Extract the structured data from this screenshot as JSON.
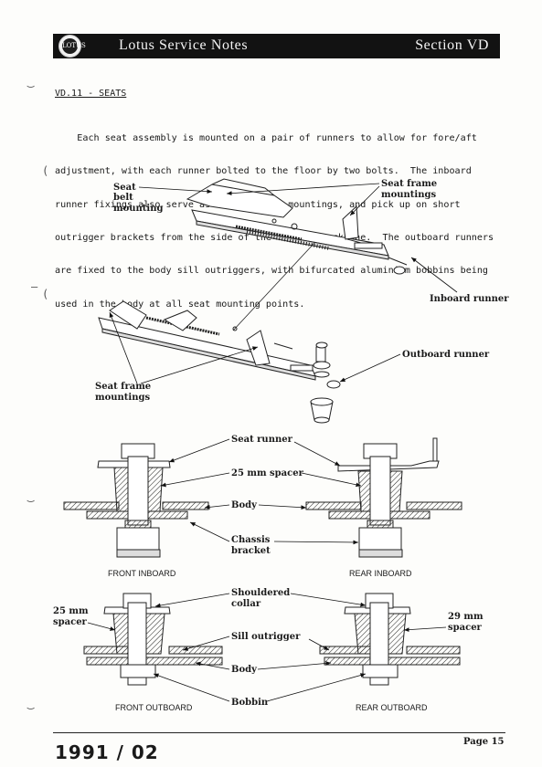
{
  "header": {
    "logo_text": "LOTUS",
    "title": "Lotus Service Notes",
    "section": "Section VD"
  },
  "section_heading": "VD.11 - SEATS",
  "body_lines": [
    "    Each seat assembly is mounted on a pair of runners to allow for fore/aft",
    "adjustment, with each runner bolted to the floor by two bolts.  The inboard",
    "runner fixings also serve as body/chassis mountings, and pick up on short",
    "outrigger brackets from the side of the chassis backbone.  The outboard runners",
    "are fixed to the body sill outriggers, with bifurcated aluminium bobbins being",
    "used in the body at all seat mounting points."
  ],
  "labels": {
    "seat_belt_1": "Seat",
    "seat_belt_2": "belt",
    "seat_belt_3": "mounting",
    "seat_frame_top_1": "Seat frame",
    "seat_frame_top_2": "mountings",
    "inboard_runner": "Inboard runner",
    "outboard_runner": "Outboard runner",
    "seat_frame_bottom_1": "Seat frame",
    "seat_frame_bottom_2": "mountings",
    "seat_runner": "Seat runner",
    "spacer_25_mid": "25 mm spacer",
    "body_mid": "Body",
    "chassis_1": "Chassis",
    "chassis_2": "bracket",
    "front_inboard": "FRONT INBOARD",
    "rear_inboard": "REAR INBOARD",
    "shouldered_1": "Shouldered",
    "shouldered_2": "collar",
    "spacer_25_left_1": "25 mm",
    "spacer_25_left_2": "spacer",
    "spacer_29_1": "29 mm",
    "spacer_29_2": "spacer",
    "sill_outrigger": "Sill outrigger",
    "body_low": "Body",
    "bobbin": "Bobbin",
    "front_outboard": "FRONT OUTBOARD",
    "rear_outboard": "REAR OUTBOARD"
  },
  "footer": {
    "page": "Page 15",
    "date": "1991 / 02"
  }
}
